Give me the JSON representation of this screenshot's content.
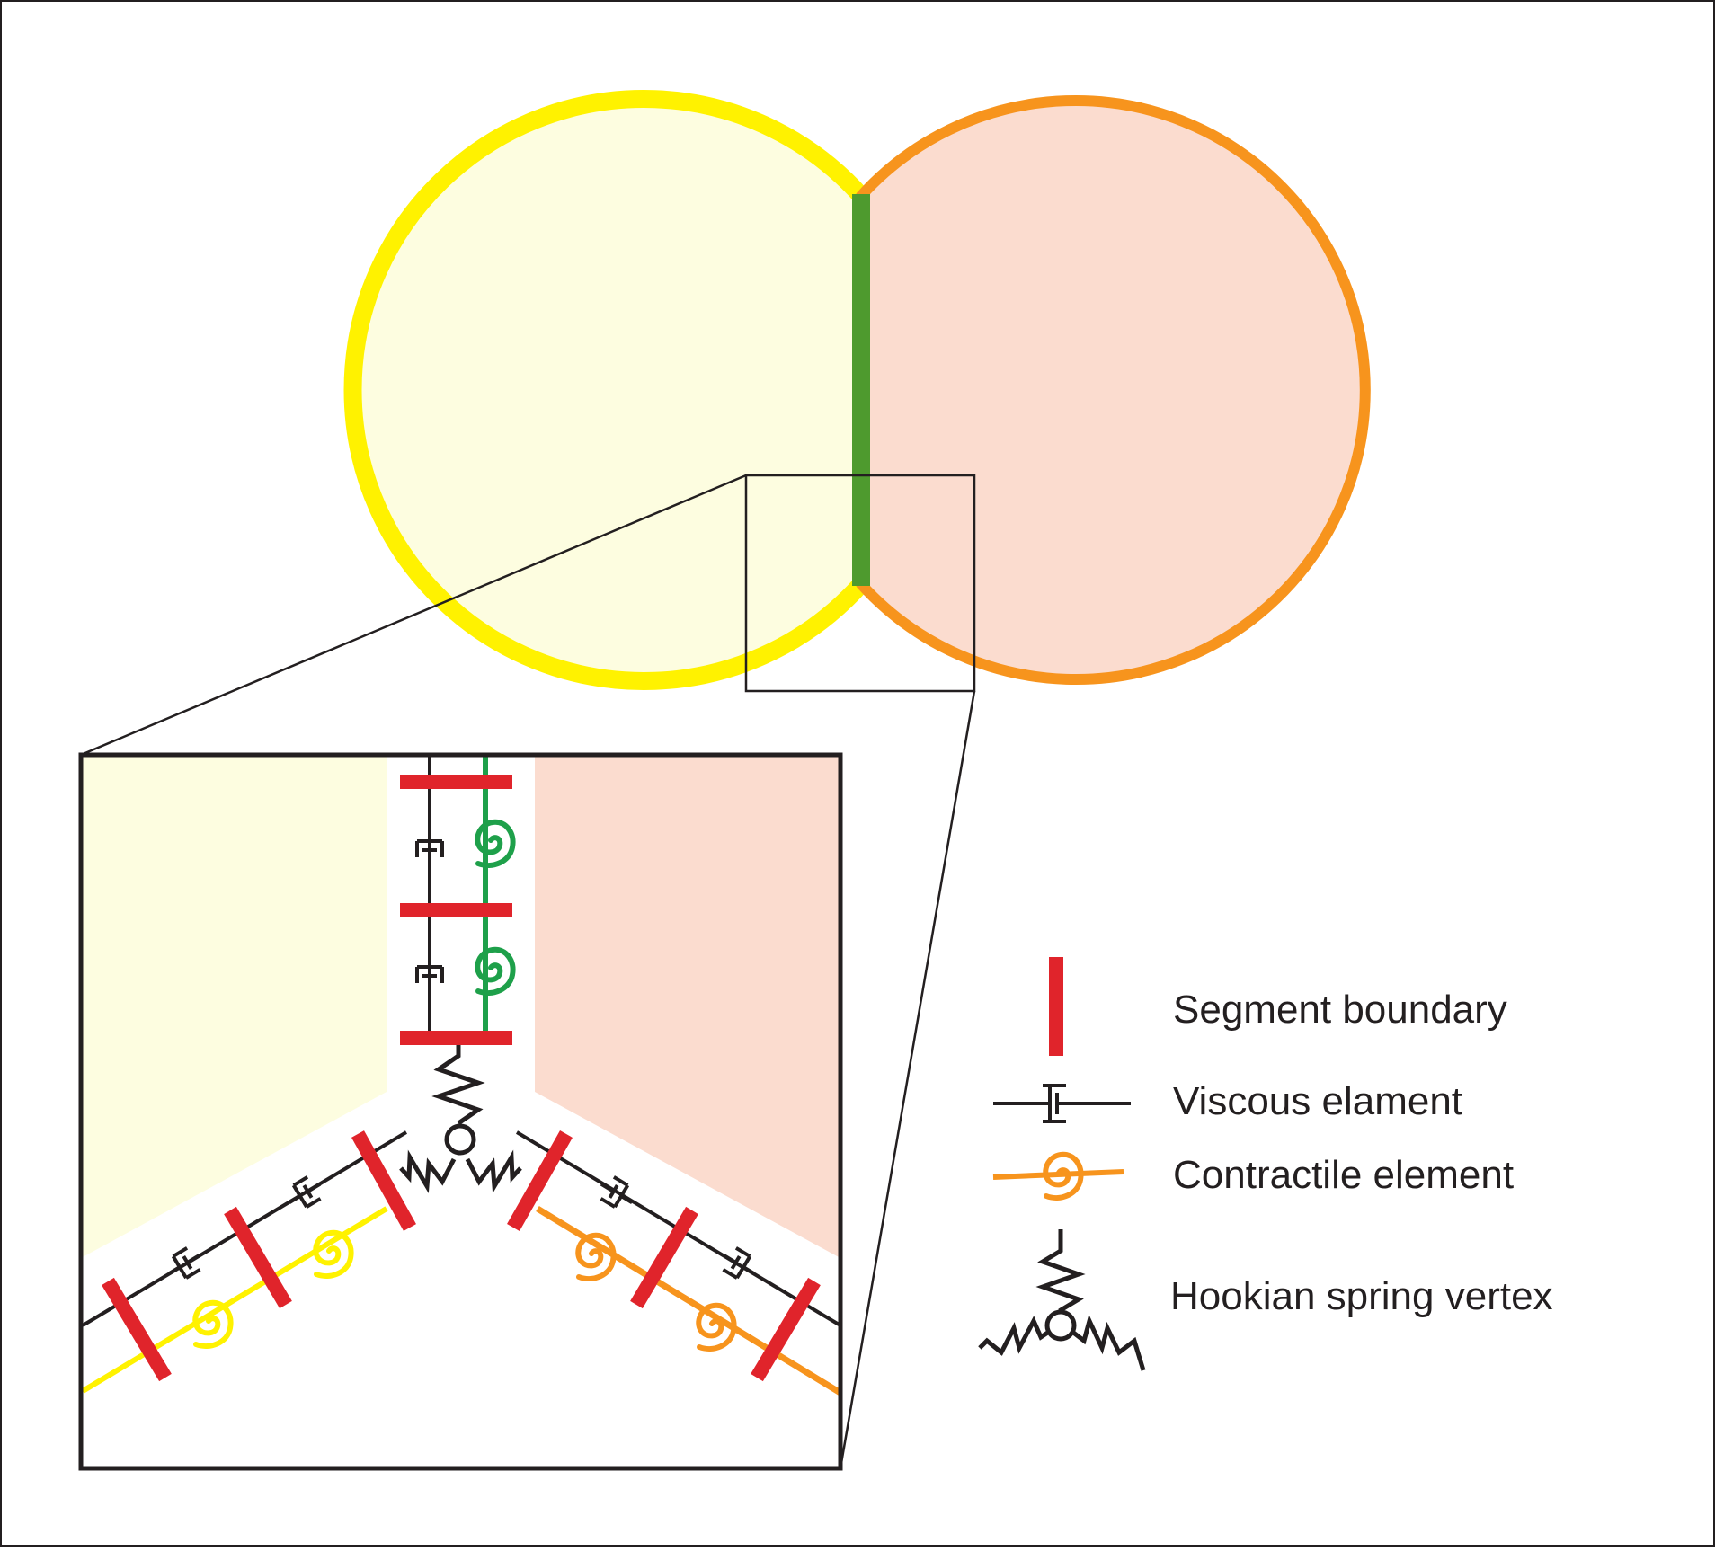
{
  "colors": {
    "cell_left_fill": "#fdfde0",
    "cell_left_stroke": "#fff200",
    "cell_right_fill": "#fbdccf",
    "cell_right_stroke": "#f7941d",
    "contact_edge": "#4e9a2e",
    "green_element": "#1ea04a",
    "segment_boundary": "#e0242b",
    "line": "#231f20"
  },
  "legend": {
    "segment_boundary": "Segment boundary",
    "viscous_element": "Viscous elament",
    "contractile_element": "Contractile element",
    "hookian_spring_vertex": "Hookian spring vertex"
  }
}
